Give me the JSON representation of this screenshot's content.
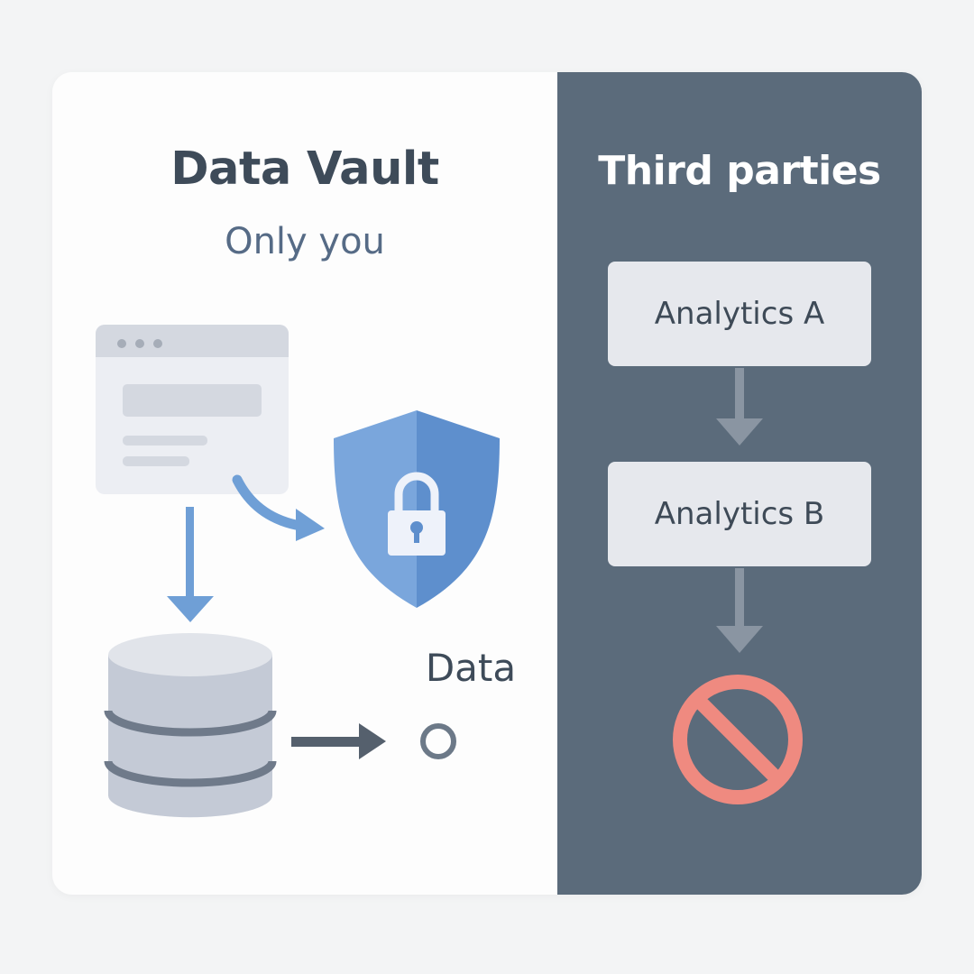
{
  "vault": {
    "title": "Data Vault",
    "subtitle": "Only you",
    "data_label": "Data"
  },
  "third_parties": {
    "title": "Third parties",
    "items": [
      {
        "label": "Analytics A"
      },
      {
        "label": "Analytics B"
      }
    ]
  },
  "icons": {
    "browser": "browser-window-icon",
    "shield": "shield-lock-icon",
    "database": "database-icon",
    "circle": "circle-outline-icon",
    "blocked": "no-entry-icon"
  },
  "colors": {
    "left_bg": "#fdfdfd",
    "right_bg": "#5b6b7b",
    "accent_blue": "#6f9fd6",
    "blocked_red": "#ef8a80"
  }
}
